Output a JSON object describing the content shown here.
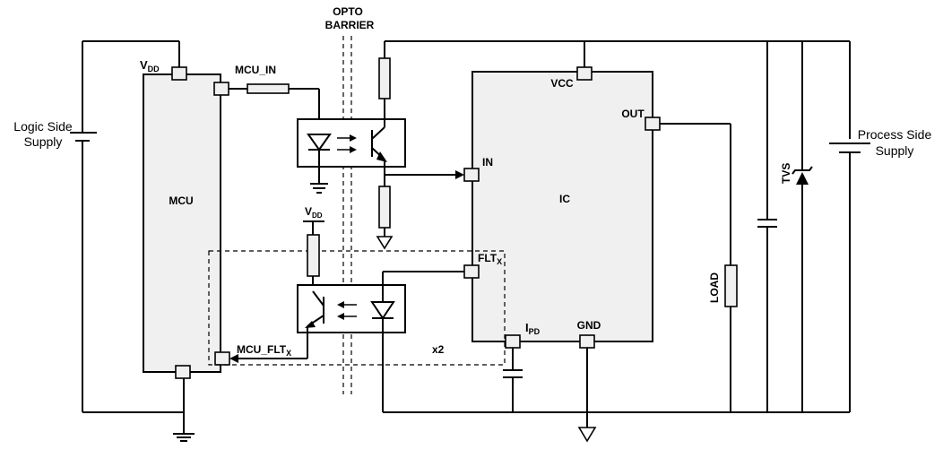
{
  "opto_barrier": {
    "line1": "OPTO",
    "line2": "BARRIER"
  },
  "logic_supply": {
    "line1": "Logic Side",
    "line2": "Supply"
  },
  "process_supply": {
    "line1": "Process Side",
    "line2": "Supply"
  },
  "mcu": {
    "name": "MCU",
    "vdd_main": "V",
    "vdd_sub": "DD",
    "mcu_in": "MCU_IN",
    "mcu_flt_main": "MCU_FLT",
    "mcu_flt_sub": "X"
  },
  "ic": {
    "name": "IC",
    "vcc": "VCC",
    "out": "OUT",
    "in": "IN",
    "flt_main": "FLT",
    "flt_sub": "X",
    "ipd_main": "I",
    "ipd_sub": "PD",
    "gnd": "GND"
  },
  "opto_vdd": {
    "main": "V",
    "sub": "DD"
  },
  "multiplier": "x2",
  "load": "LOAD",
  "tvs": "TVS"
}
